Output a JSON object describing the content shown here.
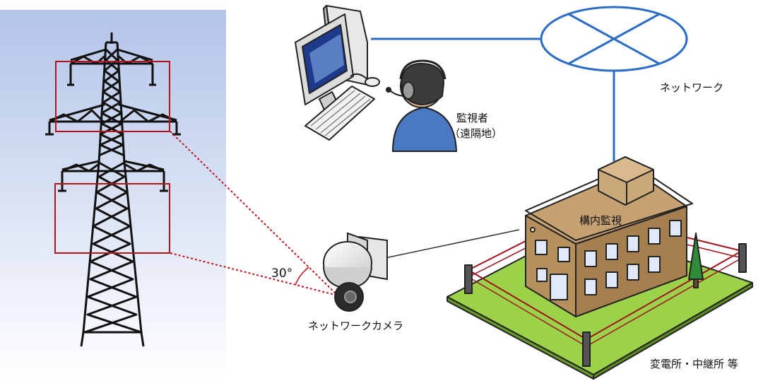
{
  "labels": {
    "network": "ネットワーク",
    "monitor": "監視者",
    "monitor_remote": "（遠隔地）",
    "onsite_monitor": "構内監視",
    "camera": "ネットワークカメラ",
    "angle": "30°",
    "facility": "変電所・中継所 等"
  },
  "colors": {
    "network_line": "#2b6cc4",
    "detection_box": "#b5121b",
    "sky_top": "#b7c8ea",
    "building": "#b6915d",
    "grass": "#9bd24a",
    "fence": "#a0131b",
    "headset_person": "#4a78c2"
  },
  "icons": [
    "transmission-tower-icon",
    "computer-icon",
    "operator-headset-icon",
    "network-cloud-icon",
    "ptz-camera-icon",
    "substation-building-icon"
  ]
}
